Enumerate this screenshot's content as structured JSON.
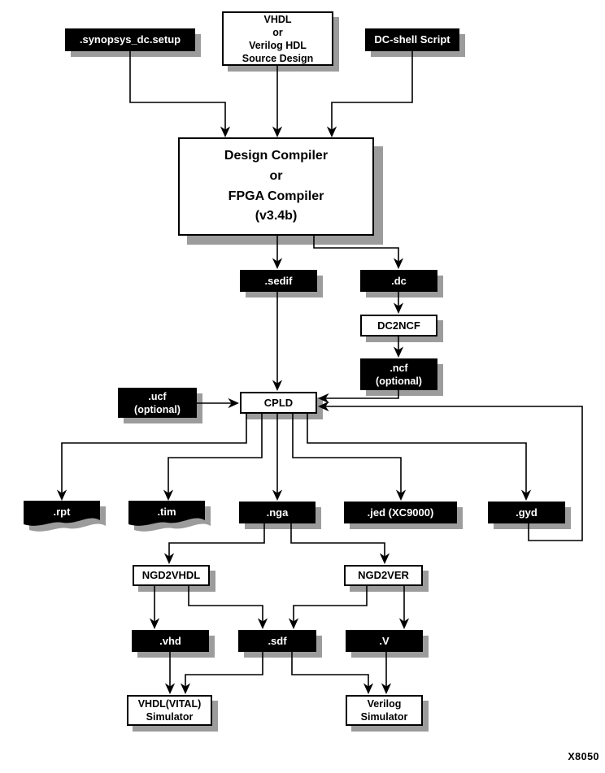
{
  "figure_id": "X8050",
  "colors": {
    "dark_node_fill": "#000000",
    "dark_node_text": "#ffffff",
    "light_node_fill": "#ffffff",
    "line": "#000000",
    "shadow": "#9c9c9c",
    "background": "#ffffff"
  },
  "nodes": {
    "synopsys": {
      "label": ".synopsys_dc.setup"
    },
    "source": {
      "lines": [
        "VHDL",
        "or",
        "Verilog HDL",
        "Source Design"
      ]
    },
    "dcshell": {
      "label": "DC-shell Script"
    },
    "compiler": {
      "lines": [
        "Design Compiler",
        "or",
        "FPGA Compiler",
        "(v3.4b)"
      ]
    },
    "sedif": {
      "label": ".sedif"
    },
    "dc": {
      "label": ".dc"
    },
    "dc2ncf": {
      "label": "DC2NCF"
    },
    "ncf": {
      "lines": [
        ".ncf",
        "(optional)"
      ]
    },
    "ucf": {
      "lines": [
        ".ucf",
        "(optional)"
      ]
    },
    "cpld": {
      "label": "CPLD"
    },
    "rpt": {
      "label": ".rpt"
    },
    "tim": {
      "label": ".tim"
    },
    "nga": {
      "label": ".nga"
    },
    "jed": {
      "label": ".jed (XC9000)"
    },
    "gyd": {
      "label": ".gyd"
    },
    "ngd2vhdl": {
      "label": "NGD2VHDL"
    },
    "ngd2ver": {
      "label": "NGD2VER"
    },
    "vhd": {
      "label": ".vhd"
    },
    "sdf": {
      "label": ".sdf"
    },
    "v": {
      "label": ".V"
    },
    "vhdlsim": {
      "lines": [
        "VHDL(VITAL)",
        "Simulator"
      ]
    },
    "verilogsim": {
      "lines": [
        "Verilog",
        "Simulator"
      ]
    }
  }
}
